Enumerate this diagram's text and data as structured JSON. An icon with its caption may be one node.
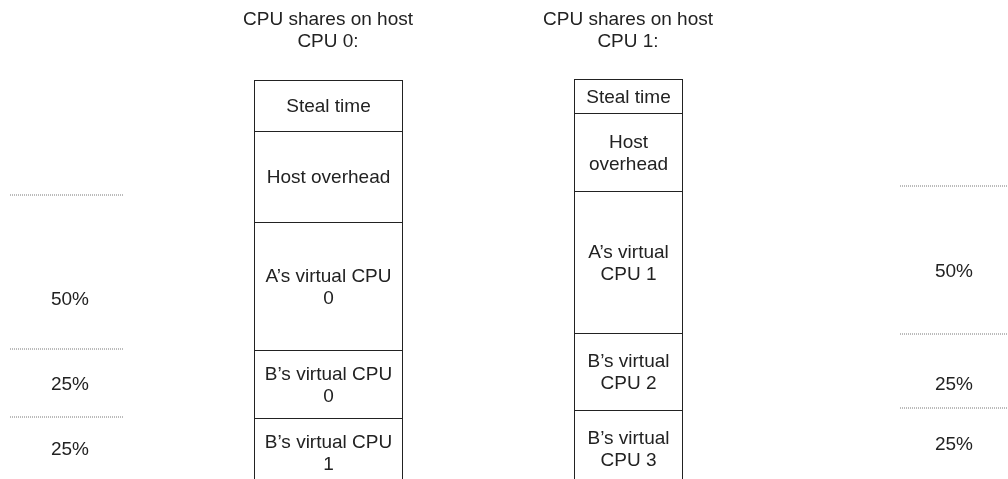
{
  "diagram": {
    "nodes": [
      {
        "text": [
          "Steal time"
        ]
      },
      {
        "text": [
          "Host overhead"
        ]
      },
      {
        "text": [
          "A’s virtual CPU 0"
        ]
      },
      {
        "text": [
          "B’s virtual CPU 0"
        ]
      },
      {
        "text": [
          "B’s virtual CPU 1"
        ]
      },
      {
        "text": [
          "Steal time"
        ]
      },
      {
        "text": [
          "Host overhead"
        ]
      },
      {
        "text": [
          "A’s virtual CPU 1"
        ]
      },
      {
        "text": [
          "B’s virtual CPU 2"
        ]
      },
      {
        "text": [
          "B’s virtual CPU 3"
        ]
      }
    ],
    "labels": [
      "CPU shares on host CPU 0:",
      "CPU shares on host CPU 1:",
      "50%",
      "25%",
      "25%",
      "50%",
      "25%",
      "25%"
    ]
  }
}
